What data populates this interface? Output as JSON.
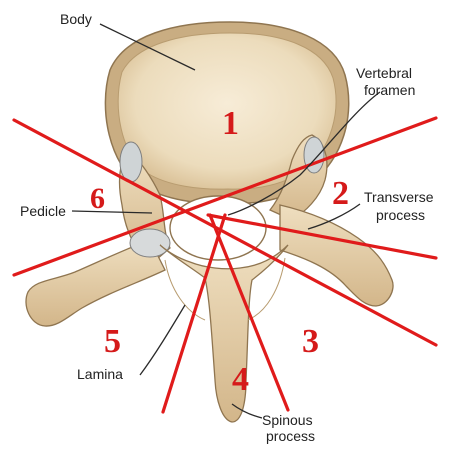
{
  "labels": {
    "body": "Body",
    "foramen_line1": "Vertebral",
    "foramen_line2": "foramen",
    "transverse_line1": "Transverse",
    "transverse_line2": "process",
    "pedicle": "Pedicle",
    "lamina": "Lamina",
    "spinous_line1": "Spinous",
    "spinous_line2": "process"
  },
  "sectors": [
    {
      "number": "1",
      "meaning": "body"
    },
    {
      "number": "2",
      "meaning": "right transverse region"
    },
    {
      "number": "3",
      "meaning": "right lamina region"
    },
    {
      "number": "4",
      "meaning": "spinous region"
    },
    {
      "number": "5",
      "meaning": "left lamina region"
    },
    {
      "number": "6",
      "meaning": "left pedicle region"
    }
  ],
  "colors": {
    "sector_lines": "#e01b1b",
    "sector_numbers": "#d51a1a",
    "bone_fill": "#e9d7b4",
    "bone_shade": "#c7ab80",
    "bone_outline": "#8f7550",
    "body_top": "#f1e2c6"
  }
}
